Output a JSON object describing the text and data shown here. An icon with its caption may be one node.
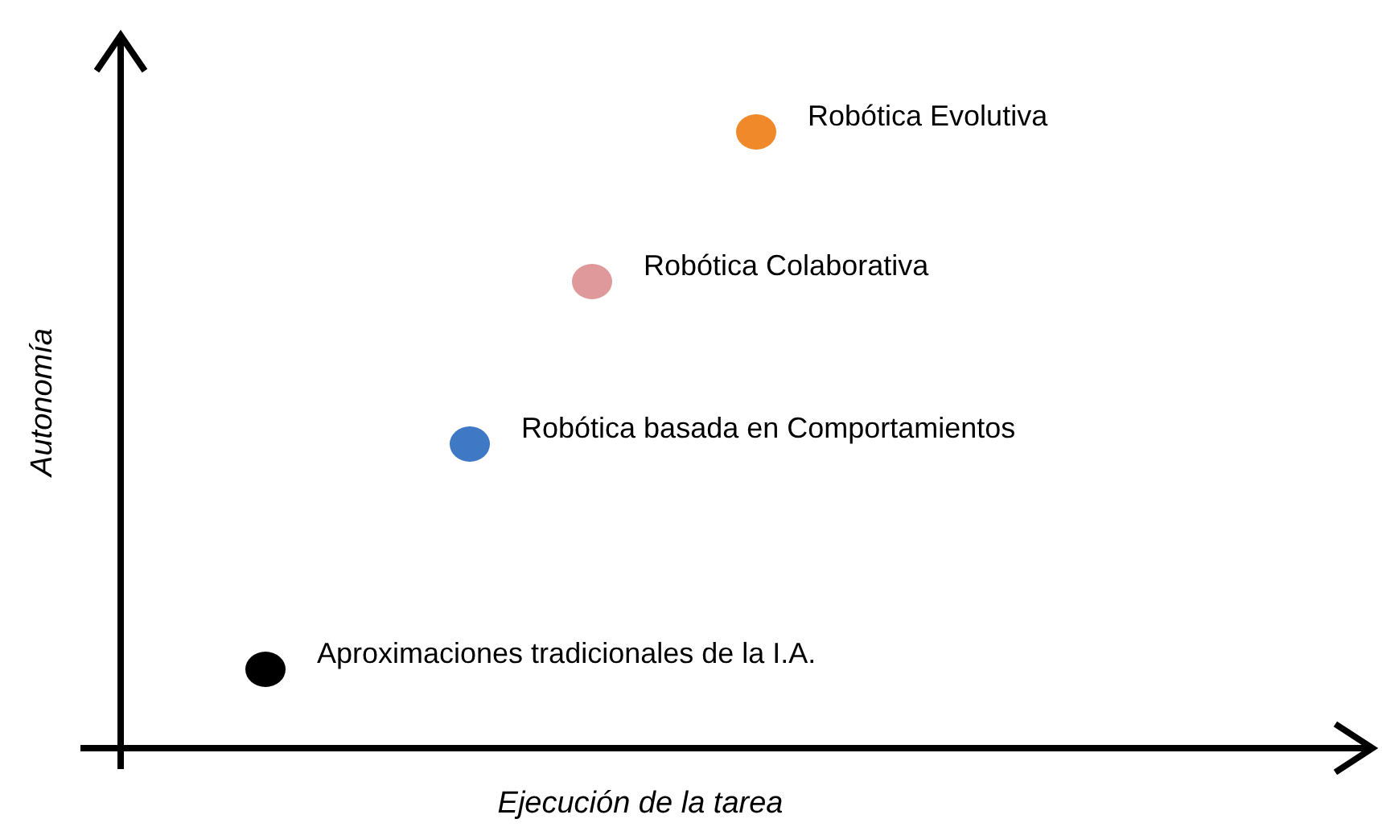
{
  "diagram": {
    "labels": [
      "Robótica Evolutiva",
      "Robótica Colaborativa",
      "Autonomía",
      "Robótica basada en Comportamientos",
      "Aproximaciones tradicionales de la I.A.",
      "Ejecución de la tarea"
    ]
  }
}
